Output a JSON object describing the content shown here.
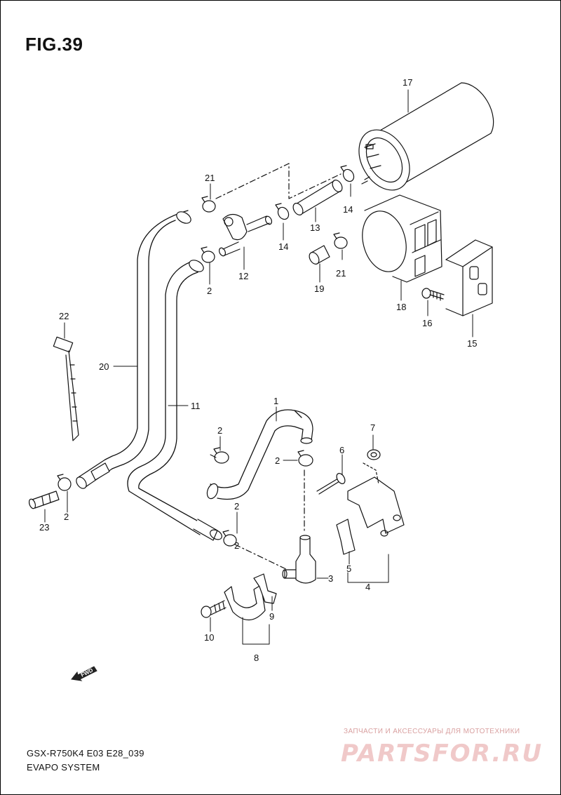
{
  "figure": {
    "title": "FIG.39",
    "model_code": "GSX-R750K4 E03 E28_039",
    "section_title": "EVAPO SYSTEM"
  },
  "callouts": [
    "17",
    "21",
    "14",
    "13",
    "21",
    "14",
    "12",
    "2",
    "19",
    "18",
    "16",
    "15",
    "22",
    "20",
    "11",
    "1",
    "2",
    "7",
    "6",
    "2",
    "2",
    "23",
    "2",
    "2",
    "3",
    "5",
    "4",
    "9",
    "10",
    "8"
  ],
  "fwd_label": "FWD",
  "watermark": {
    "caption": "ЗАПЧАСТИ И АКСЕССУАРЫ ДЛЯ МОТОТЕХНИКИ",
    "logo_text": "PARTSFOR.RU"
  }
}
